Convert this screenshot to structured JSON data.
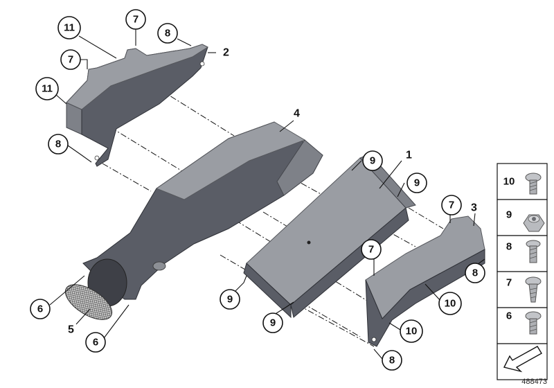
{
  "callouts": {
    "c11a": "11",
    "c7a": "7",
    "c8a": "8",
    "c7b": "7",
    "c11b": "11",
    "c8b": "8",
    "c9a": "9",
    "c9b": "9",
    "c7c": "7",
    "c7d": "7",
    "c8c": "8",
    "c10a": "10",
    "c9c": "9",
    "c9d": "9",
    "c10b": "10",
    "c8d": "8",
    "c6a": "6",
    "c6b": "6"
  },
  "labels": {
    "l2": "2",
    "l4": "4",
    "l1": "1",
    "l3": "3",
    "l5": "5"
  },
  "legend": [
    "10",
    "9",
    "8",
    "7",
    "6"
  ],
  "diagram_id": "488473",
  "colors": {
    "part": "#5a5d66",
    "outline": "#111111",
    "background": "#ffffff"
  },
  "icons": {
    "legend": [
      "screw-icon",
      "nut-icon",
      "screw-icon",
      "clip-screw-icon",
      "screw-icon"
    ],
    "direction": "direction-arrow-icon"
  }
}
